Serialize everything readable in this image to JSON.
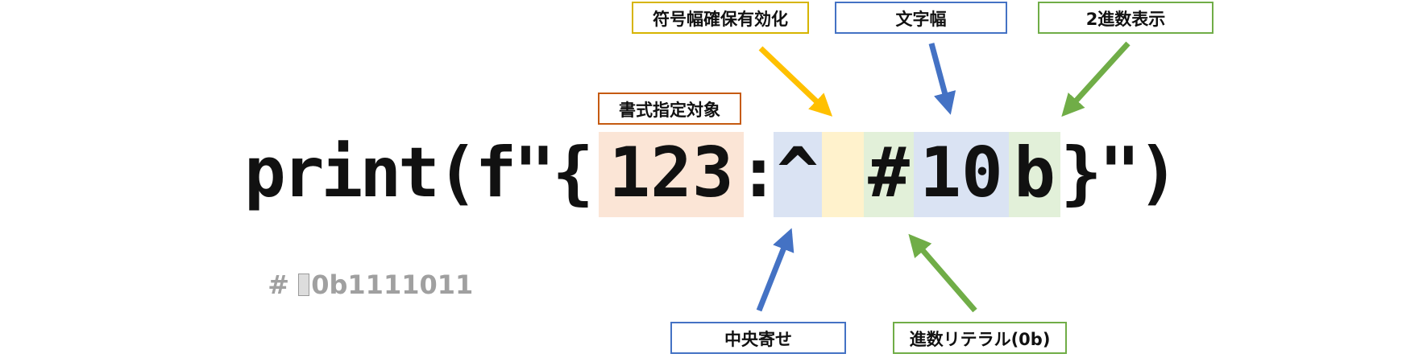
{
  "code": {
    "prefix": "print(f\"{",
    "value": "123",
    "colon": ":",
    "align": "^",
    "sign": " ",
    "alt": "#",
    "width": "10",
    "type": "b",
    "suffix": "}\")"
  },
  "output": {
    "comment": "# ",
    "result": "0b1111011"
  },
  "labels": {
    "target": "書式指定対象",
    "sign": "符号幅確保有効化",
    "width": "文字幅",
    "binary": "2進数表示",
    "center": "中央寄せ",
    "literal": "進数リテラル(0b)"
  },
  "colors": {
    "target_fill": "#fbe5d6",
    "blue_fill": "#dae3f3",
    "yellow_fill": "#fff2cc",
    "green_fill": "#e2f0d9",
    "orange_border": "#c55a11",
    "yellow_border": "#d6b400",
    "blue_border": "#4472c4",
    "green_border": "#70ad47",
    "yellow_arrow": "#ffc000",
    "blue_arrow": "#4472c4",
    "green_arrow": "#70ad47"
  }
}
